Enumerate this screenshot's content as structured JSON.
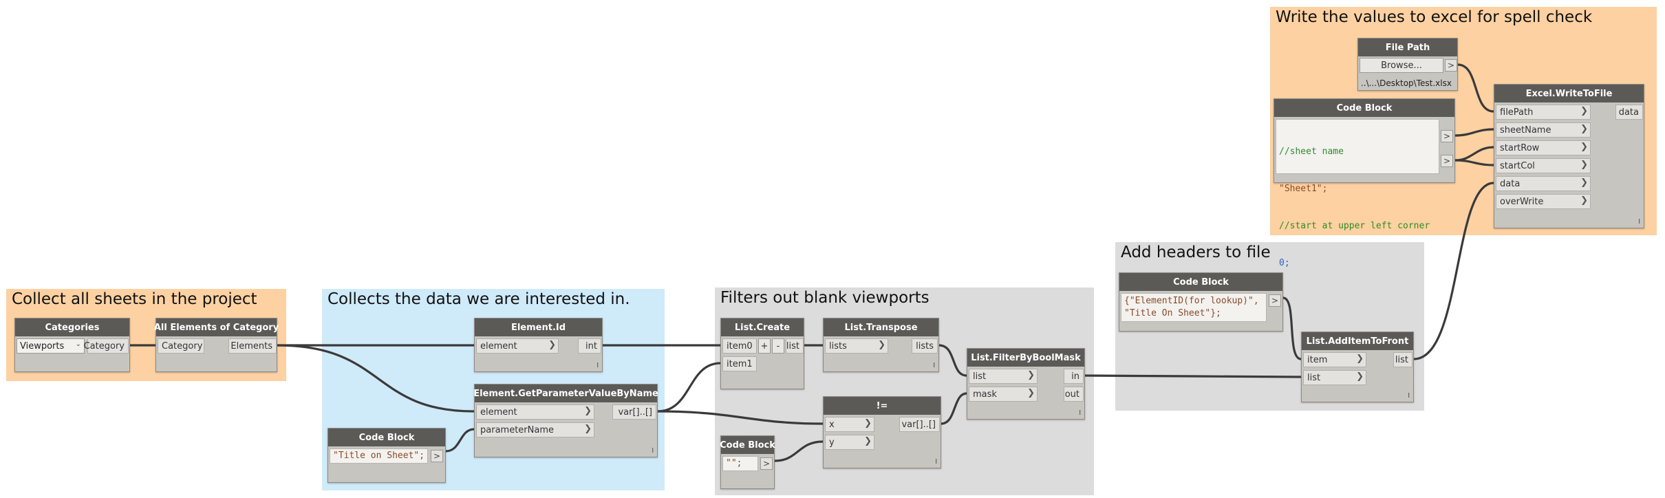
{
  "groups": {
    "collect": "Collect all sheets in the project",
    "collects_data": "Collects the data we are interested in.",
    "filters": "Filters out blank viewports",
    "headers": "Add headers to file",
    "excel": "Write the values to excel for spell check"
  },
  "nodes": {
    "categories": {
      "title": "Categories",
      "dropdown": "Viewports",
      "out": "Category"
    },
    "all_elements": {
      "title": "All Elements of Category",
      "in": "Category",
      "out": "Elements",
      "foot": "l"
    },
    "element_id": {
      "title": "Element.Id",
      "in": "element",
      "out": "int",
      "foot": "l"
    },
    "get_param": {
      "title": "Element.GetParameterValueByName",
      "in1": "element",
      "in2": "parameterName",
      "out": "var[]..[]",
      "foot": "l"
    },
    "code_title": {
      "title": "Code Block",
      "code": "\"Title on Sheet\";",
      "out": ">"
    },
    "list_create": {
      "title": "List.Create",
      "in1": "item0",
      "in2": "item1",
      "plus": "+",
      "minus": "-",
      "out": "list"
    },
    "transpose": {
      "title": "List.Transpose",
      "in": "lists",
      "out": "lists",
      "foot": "l"
    },
    "not_equal": {
      "title": "!=",
      "in1": "x",
      "in2": "y",
      "out": "var[]..[]",
      "foot": "l"
    },
    "code_empty": {
      "title": "Code Block",
      "code": "\"\";",
      "out": ">"
    },
    "filter_mask": {
      "title": "List.FilterByBoolMask",
      "in1": "list",
      "in2": "mask",
      "out1": "in",
      "out2": "out",
      "foot": "l"
    },
    "code_headers": {
      "title": "Code Block",
      "line1": "{\"ElementID(for lookup)\",",
      "line2": "\"Title On Sheet\"};",
      "out": ">"
    },
    "add_front": {
      "title": "List.AddItemToFront",
      "in1": "item",
      "in2": "list",
      "out": "list",
      "foot": "l"
    },
    "file_path": {
      "title": "File Path",
      "button": "Browse...",
      "out": ">",
      "path": "..\\...\\Desktop\\Test.xlsx"
    },
    "code_excel": {
      "title": "Code Block",
      "line1": "//sheet name",
      "line2": "\"Sheet1\";",
      "line3": "//start at upper left corner",
      "line4": "0;",
      "out": ">"
    },
    "excel_write": {
      "title": "Excel.WriteToFile",
      "in1": "filePath",
      "in2": "sheetName",
      "in3": "startRow",
      "in4": "startCol",
      "in5": "data",
      "in6": "overWrite",
      "out": "data",
      "foot": "l"
    }
  },
  "colors": {
    "orange_group": "#fdd1a2",
    "blue_group": "#cfeaf9",
    "grey_group": "#dcdcdc",
    "node_header": "#5b5a57",
    "node_body": "#c7c5c0",
    "wire": "#3a3a3a"
  }
}
